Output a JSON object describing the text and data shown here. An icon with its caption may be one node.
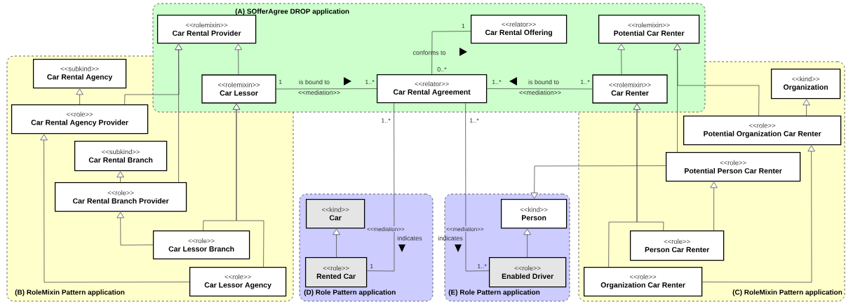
{
  "diagram": {
    "nodes": [
      {
        "text": [
          "(A) SOfferAgree DROP application"
        ]
      },
      {
        "text": [
          "<<rolemixin>>",
          "Car Rental Provider"
        ],
        "in": 0
      },
      {
        "text": [
          "<<relator>>",
          "Car Rental Offering"
        ],
        "in": 0
      },
      {
        "text": [
          "<<rolemixin>>",
          "Potential Car Renter"
        ],
        "in": 0
      },
      {
        "text": [
          "<<rolemixin>>",
          "Car Lessor"
        ]
      },
      {
        "text": [
          "<<relator>>",
          "Car Rental Agreement"
        ],
        "in": 0
      },
      {
        "text": [
          "<<rolemixin>>",
          "Car Renter"
        ]
      },
      {
        "text": [
          "(B) RoleMixin Pattern application"
        ]
      },
      {
        "text": [
          "<<subkind>>",
          "Car Rental Agency"
        ],
        "in": 7
      },
      {
        "text": [
          "<<role>>",
          "Car Rental Agency Provider"
        ],
        "in": 7
      },
      {
        "text": [
          "<<subkind>>",
          "Car Rental Branch"
        ],
        "in": 7
      },
      {
        "text": [
          "<<role>>",
          "Car Rental Branch Provider"
        ],
        "in": 7
      },
      {
        "text": [
          "<<role>>",
          "Car Lessor Branch"
        ],
        "in": 7
      },
      {
        "text": [
          "<<role>>",
          "Car Lessor Agency"
        ],
        "in": 7
      },
      {
        "text": [
          "(C) RoleMixin Pattern application"
        ]
      },
      {
        "text": [
          "<<kind>>",
          "Organization"
        ],
        "in": 14
      },
      {
        "text": [
          "<<role>>",
          "Potential Organization Car Renter"
        ],
        "in": 14
      },
      {
        "text": [
          "<<role>>",
          "Potential Person Car Renter"
        ],
        "in": 14
      },
      {
        "text": [
          "<<role>>",
          "Person Car Renter"
        ],
        "in": 14
      },
      {
        "text": [
          "<<role>>",
          "Organization Car Renter"
        ],
        "in": 14
      },
      {
        "text": [
          "(D) Role Pattern application"
        ]
      },
      {
        "text": [
          "<<kind>>",
          "Car"
        ],
        "in": 20
      },
      {
        "text": [
          "<<role>>",
          "Rented Car"
        ],
        "in": 20
      },
      {
        "text": [
          "(E) Role Pattern application"
        ]
      },
      {
        "text": [
          "<<kind>>",
          "Person"
        ],
        "in": 23
      },
      {
        "text": [
          "<<role>>",
          "Enabled Driver"
        ],
        "in": 23
      }
    ],
    "edges": [
      {
        "from": 4,
        "to": 1,
        "arrow": "to"
      },
      {
        "from": 6,
        "to": 3,
        "arrow": "to"
      },
      {
        "from": 9,
        "to": 8,
        "arrow": "to"
      },
      {
        "from": 9,
        "to": 1,
        "arrow": "to"
      },
      {
        "from": 11,
        "to": 1,
        "arrow": "to"
      },
      {
        "from": 11,
        "to": 10,
        "arrow": "to"
      },
      {
        "from": 12,
        "to": 11,
        "arrow": "to"
      },
      {
        "from": 12,
        "to": 4,
        "arrow": "to"
      },
      {
        "from": 13,
        "to": 4,
        "arrow": "to"
      },
      {
        "from": 13,
        "to": 9,
        "arrow": "to"
      },
      {
        "from": 16,
        "to": 15,
        "arrow": "to"
      },
      {
        "from": 16,
        "to": 3,
        "arrow": "to"
      },
      {
        "from": 17,
        "to": 3,
        "arrow": "to"
      },
      {
        "from": 17,
        "to": 24,
        "arrow": "to"
      },
      {
        "from": 18,
        "to": 17,
        "arrow": "to"
      },
      {
        "from": 18,
        "to": 6,
        "arrow": "to"
      },
      {
        "from": 19,
        "to": 6,
        "arrow": "to"
      },
      {
        "from": 19,
        "to": 16,
        "arrow": "to"
      },
      {
        "from": 22,
        "to": 21,
        "arrow": "to"
      },
      {
        "from": 25,
        "to": 24,
        "arrow": "to"
      },
      {
        "from": 4,
        "to": 5,
        "arrow": "none",
        "label": "is bound to"
      },
      {
        "from": 6,
        "to": 5,
        "arrow": "none",
        "label": "is bound to"
      },
      {
        "from": 5,
        "to": 2,
        "arrow": "none",
        "label": "conforms to"
      },
      {
        "from": 5,
        "to": 22,
        "arrow": "none",
        "label": "indicates"
      },
      {
        "from": 5,
        "to": 25,
        "arrow": "none",
        "label": "indicates"
      }
    ],
    "labels": [
      "1",
      "0..*",
      "1",
      "1..*",
      "<<mediation>>",
      "1..*",
      "1..*",
      "<<mediation>>",
      "1..*",
      "1..*",
      "<<mediation>>",
      "<<mediation>>",
      "1",
      "1..*"
    ]
  }
}
